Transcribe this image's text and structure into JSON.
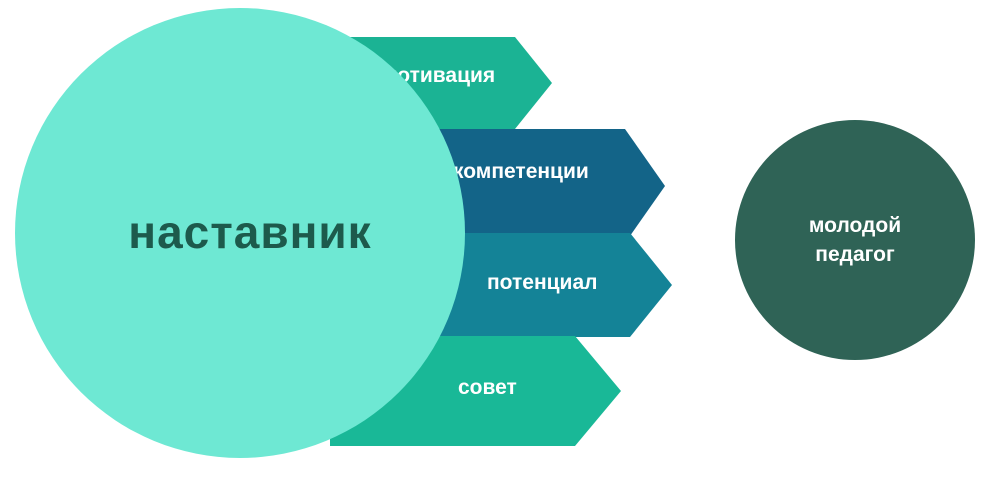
{
  "mentor": {
    "label": "наставник",
    "fill": "#6ee8d3",
    "text_color": "#1d5a4c"
  },
  "mentee": {
    "line1": "молодой",
    "line2": "педагог",
    "fill": "#2f6356"
  },
  "arrows": [
    {
      "label": "мотивация",
      "color": "#1bb394"
    },
    {
      "label": "компетенции",
      "color": "#136488"
    },
    {
      "label": "потенциал",
      "color": "#148397"
    },
    {
      "label": "совет",
      "color": "#19b897"
    }
  ]
}
